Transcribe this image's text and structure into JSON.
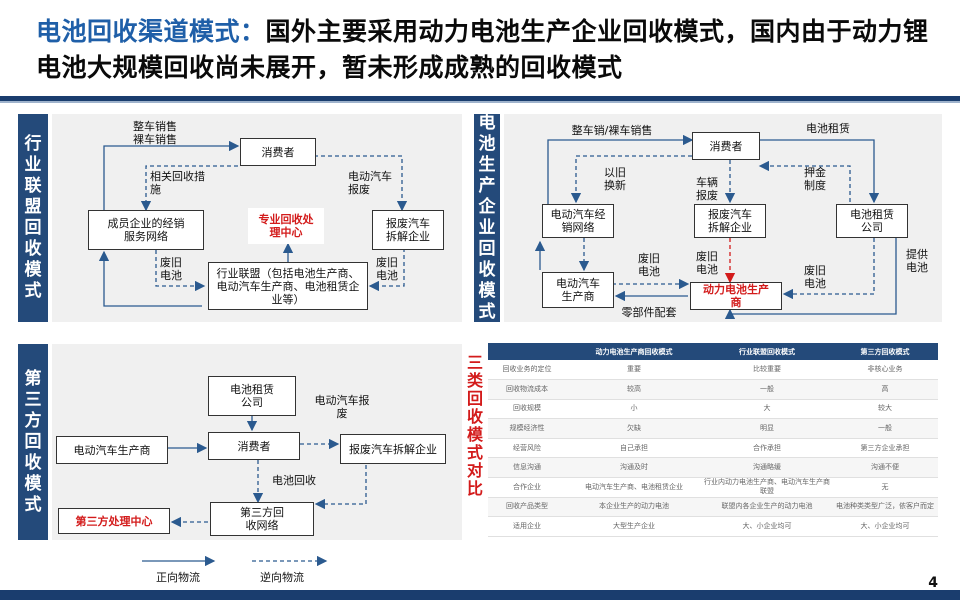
{
  "header": {
    "title_highlight": "电池回收渠道模式：",
    "title_rest": "国外主要采用动力电池生产企业回收模式，国内由于动力锂电池大规模回收尚未展开，暂未形成成熟的回收模式"
  },
  "panel1": {
    "label": "行业联盟回收模式",
    "nodes": {
      "consumer": "消费者",
      "member": "成员企业的经销服务网络",
      "center": "专业回收处理中心",
      "scrap": "报废汽车拆解企业",
      "alliance": "行业联盟（包括电池生产商、电动汽车生产商、电池租赁企业等）"
    },
    "labels": {
      "sales": "整车销售\n裸车销售",
      "measures": "相关回收措施",
      "ev": "电动汽车报废",
      "waste1": "废旧电池",
      "waste2": "废旧电池"
    }
  },
  "panel2": {
    "label": "电池生产企业回收模式",
    "nodes": {
      "consumer": "消费者",
      "dealer": "电动汽车经销网络",
      "scrap": "报废汽车拆解企业",
      "lease": "电池租赁公司",
      "maker": "电动汽车生产商",
      "battery": "动力电池生产商"
    },
    "labels": {
      "sales": "整车销/裸车销售",
      "lease_label": "电池租赁",
      "old_new": "以旧换新",
      "ev_scrap": "车辆报废",
      "deposit": "押金制度",
      "supply": "提供电池",
      "waste1": "废旧电池",
      "waste2": "废旧电池",
      "waste3": "废旧电池",
      "parts": "零部件配套"
    }
  },
  "panel3": {
    "label": "第三方回收模式",
    "nodes": {
      "lease": "电池租赁公司",
      "maker": "电动汽车生产商",
      "consumer": "消费者",
      "scrap": "报废汽车拆解企业",
      "network": "第三方回收网络",
      "center": "第三方处理中心"
    },
    "labels": {
      "ev_scrap": "电动汽车报废",
      "recycle": "电池回收"
    },
    "legend": {
      "forward": "正向物流",
      "reverse": "逆向物流"
    }
  },
  "comparison": {
    "label": "三类回收模式对比",
    "headers": [
      "",
      "动力电池生产商回收模式",
      "行业联盟回收模式",
      "第三方回收模式"
    ],
    "rows": [
      [
        "回收业务的定位",
        "重要",
        "比较重要",
        "非核心业务"
      ],
      [
        "回收物流成本",
        "较高",
        "一般",
        "高"
      ],
      [
        "回收规模",
        "小",
        "大",
        "较大"
      ],
      [
        "规模经济性",
        "欠缺",
        "明显",
        "一般"
      ],
      [
        "经营风险",
        "自己承担",
        "合作承担",
        "第三方企业承担"
      ],
      [
        "信息沟通",
        "沟通及时",
        "沟通略缓",
        "沟通不便"
      ],
      [
        "合作企业",
        "电动汽车生产商、电池租赁企业",
        "行业内动力电池生产商、电动汽车生产商联盟",
        "无"
      ],
      [
        "回收产品类型",
        "本企业生产的动力电池",
        "联盟内各企业生产的动力电池",
        "电池种类类型广泛，依客户而定"
      ],
      [
        "适用企业",
        "大型生产企业",
        "大、小企业均可",
        "大、小企业均可"
      ]
    ]
  },
  "page_number": "4"
}
